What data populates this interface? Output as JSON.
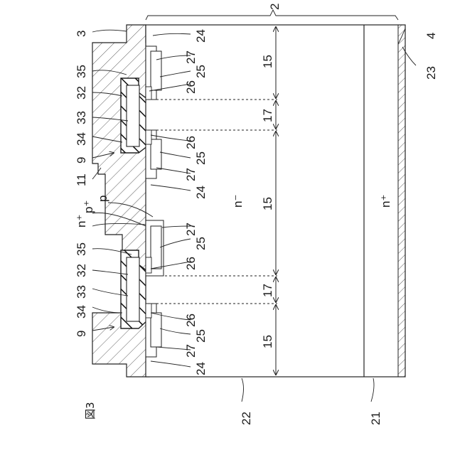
{
  "figure": {
    "label": "図3"
  },
  "labels": {
    "l3": "3",
    "l35a": "35",
    "l32a": "32",
    "l33a": "33",
    "l34a": "34",
    "l9a": "9",
    "l11": "11",
    "lnplus_top": "n⁺",
    "lpplus": "p⁺",
    "lp": "p",
    "l35b": "35",
    "l32b": "32",
    "l33b": "33",
    "l34b": "34",
    "l9b": "9",
    "l2": "2",
    "l4": "4",
    "l23": "23",
    "l24a": "24",
    "l27a": "27",
    "l25a": "25",
    "l26a": "26",
    "l26b": "26",
    "l25b": "25",
    "l27b": "27",
    "l24b": "24",
    "l27c": "27",
    "l25c": "25",
    "l26c": "26",
    "l26d": "26",
    "l25d": "25",
    "l27d": "27",
    "l24c": "24",
    "l15a": "15",
    "l17a": "17",
    "l15b": "15",
    "l17b": "17",
    "l15c": "15",
    "lnminus": "n⁻",
    "lnplus_sub": "n⁺",
    "l22": "22",
    "l21": "21"
  }
}
